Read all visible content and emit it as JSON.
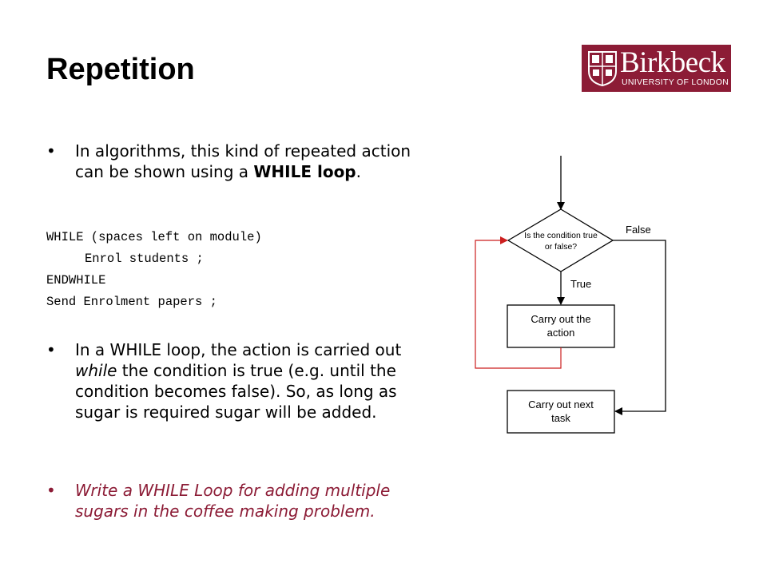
{
  "slide": {
    "title": "Repetition",
    "logo": {
      "name": "Birkbeck",
      "subtitle": "UNIVERSITY OF LONDON"
    },
    "bullets": {
      "b1_pre": "In algorithms, this kind of repeated action can be shown using a ",
      "b1_bold": "WHILE loop",
      "b1_post": ".",
      "b2_pre": "In a WHILE loop, the action is carried out ",
      "b2_ital": "while",
      "b2_post": " the condition is true (e.g. until the condition becomes false). So, as long as sugar is required sugar will be added.",
      "b3": "Write a WHILE Loop for adding multiple sugars in the coffee making problem."
    },
    "code": {
      "line1": "WHILE (spaces left on module)",
      "line2": "Enrol students ;",
      "line3": "ENDWHILE",
      "line4": "Send Enrolment papers ;"
    }
  },
  "flowchart": {
    "decision_line1": "Is the condition true",
    "decision_line2": "or false?",
    "false_label": "False",
    "true_label": "True",
    "action_line1": "Carry out the",
    "action_line2": "action",
    "next_line1": "Carry out next",
    "next_line2": "task",
    "loop_color": "#cc1f1f",
    "accent_color": "#8c1c36"
  }
}
